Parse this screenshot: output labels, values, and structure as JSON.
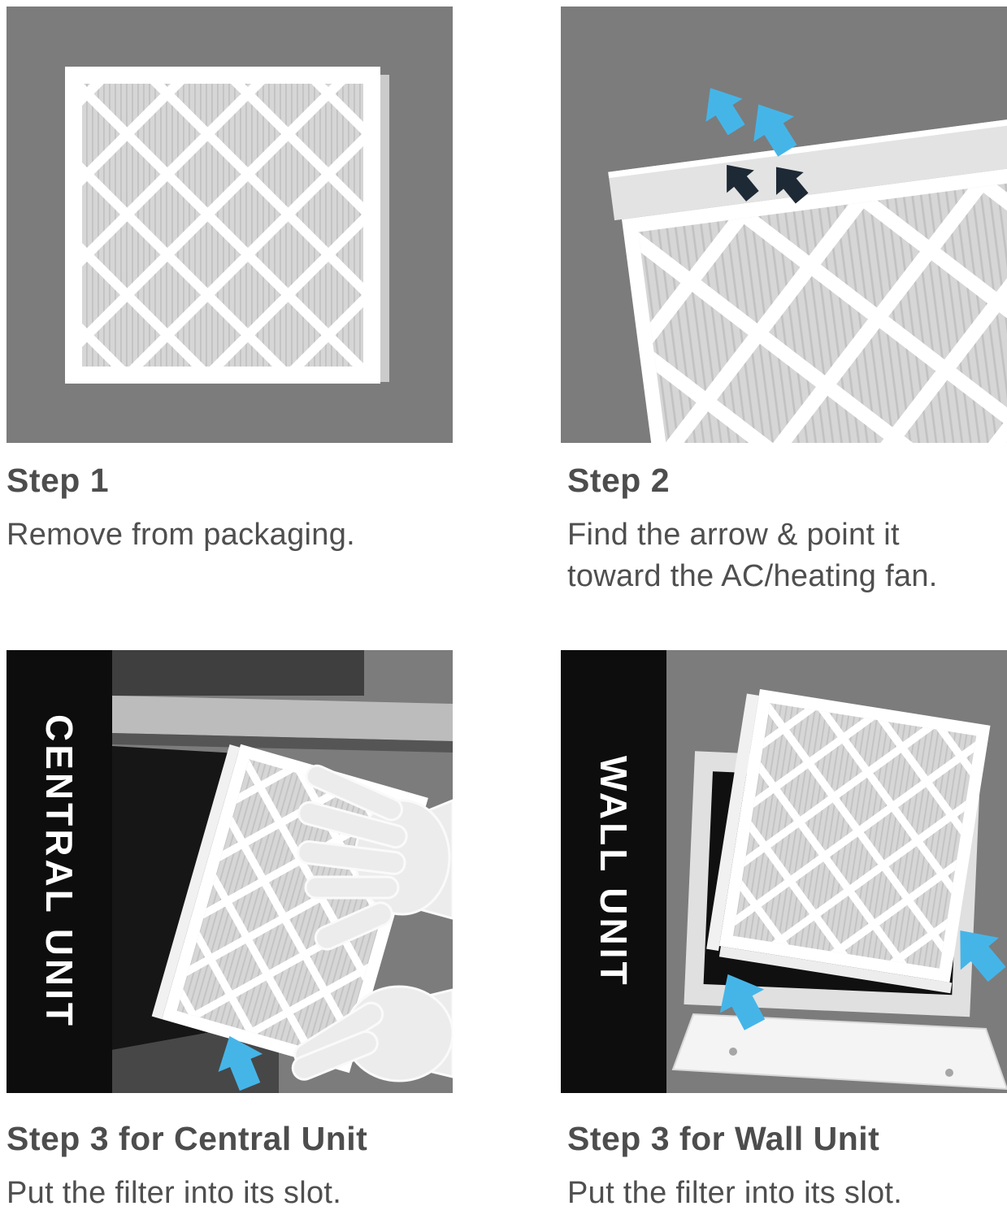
{
  "document": {
    "kind": "air-filter-installation-instructions"
  },
  "steps": {
    "step1": {
      "title": "Step 1",
      "description": "Remove from packaging."
    },
    "step2": {
      "title": "Step 2",
      "description": "Find the arrow & point it toward the AC/heating fan."
    },
    "step3_central": {
      "banner": "CENTRAL UNIT",
      "title": "Step 3 for Central Unit",
      "description": "Put the filter into its slot."
    },
    "step3_wall": {
      "banner": "WALL UNIT",
      "title": "Step 3 for Wall Unit",
      "description": "Put the filter into its slot."
    }
  },
  "colors": {
    "page_background": "#ffffff",
    "panel_gray": "#7c7c7c",
    "banner_black": "#0d0d0d",
    "banner_text": "#ffffff",
    "caption_text": "#4d4d4d",
    "airflow_arrow_blue": "#45b5e8",
    "airflow_arrow_dark": "#1d2935",
    "filter_frame": "#ffffff",
    "filter_mesh": "#d6d6d6",
    "slot_opening": "#161616"
  },
  "icons": {
    "airflow_arrow": "block-up-arrow",
    "hands": "hand-silhouette"
  }
}
